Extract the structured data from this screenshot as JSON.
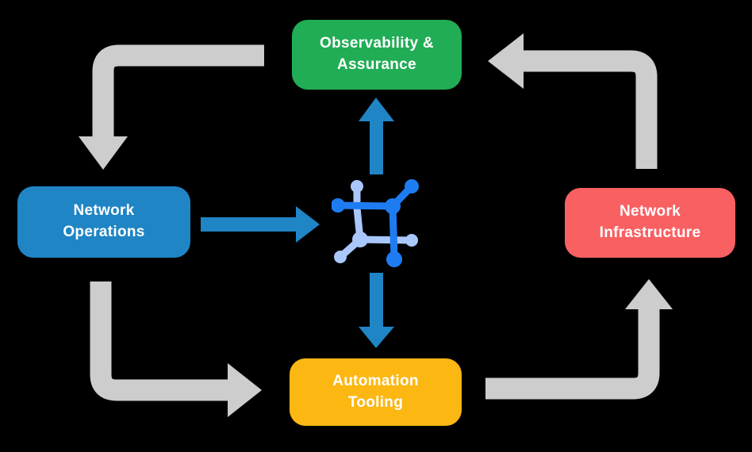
{
  "title": "Network automation platform cycle diagram",
  "colors": {
    "background": "#000000",
    "arrow_gray": "#CDCDCD",
    "flow_blue": "#1F85C5",
    "node_green": "#21AD55",
    "node_blue": "#1F85C5",
    "node_red": "#F96062",
    "node_yellow": "#FCB713",
    "icon_blue_dark": "#1E7CF2",
    "icon_blue_light": "#A9C7FB",
    "label_text": "#FFFFFF"
  },
  "nodes": {
    "assurance": {
      "label": "Observability &\nAssurance"
    },
    "operations": {
      "label": "Network\nOperations"
    },
    "infrastructure": {
      "label": "Network\nInfrastructure"
    },
    "tooling": {
      "label": "Automation\nTooling"
    }
  },
  "icons": {
    "center": "network-mesh-icon"
  }
}
